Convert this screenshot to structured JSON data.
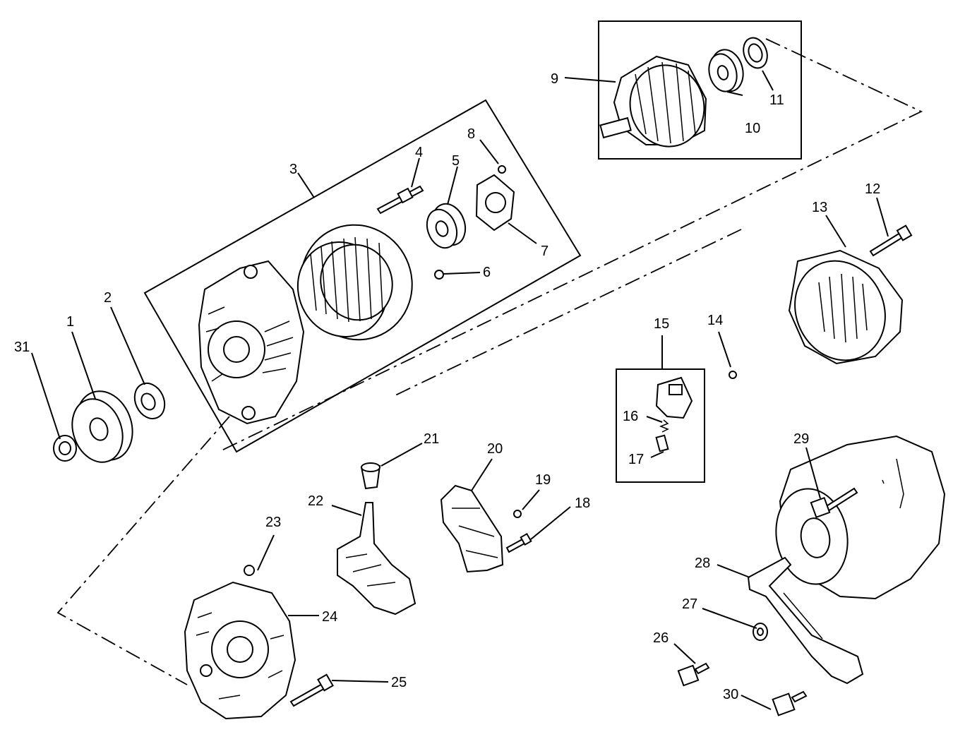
{
  "figure": {
    "callouts": [
      "1",
      "2",
      "3",
      "4",
      "5",
      "6",
      "7",
      "8",
      "9",
      "10",
      "11",
      "12",
      "13",
      "14",
      "15",
      "16",
      "17",
      "18",
      "19",
      "20",
      "21",
      "22",
      "23",
      "24",
      "25",
      "26",
      "27",
      "28",
      "29",
      "30",
      "31"
    ]
  }
}
